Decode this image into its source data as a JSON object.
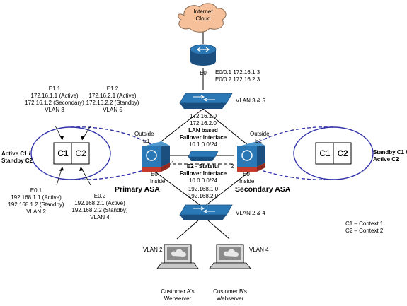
{
  "cloud": {
    "line1": "Internet",
    "line2": "Cloud"
  },
  "router": {
    "interface": "E0",
    "sub1": "E0/0.1 172.16.1.3",
    "sub2": "E0/0.2 172.16.2.3"
  },
  "top_switch": {
    "label": "VLAN 3 & 5"
  },
  "bottom_switch": {
    "label": "VLAN 2 & 4"
  },
  "lan_failover": {
    "ip1": "172.16.1.0",
    "ip2": "172.16.2.0",
    "title1": "LAN based",
    "title2": "Failover interface",
    "subnet": "10.1.0.0/24"
  },
  "stateful": {
    "title1": "E2 - Stateful",
    "title2": "Failover Interface",
    "subnet": "10.0.0.0/24"
  },
  "inside_nets": {
    "ip1": "192.168.1.0",
    "ip2": "192.168.2.0"
  },
  "primary": {
    "name": "Primary ASA",
    "outside": "Outside",
    "e1": "E1",
    "e0": "E0",
    "inside": "Inside",
    "port": "1"
  },
  "secondary": {
    "name": "Secondary ASA",
    "outside": "Outside",
    "e1": "E1",
    "e0": "E0",
    "inside": "Inside",
    "port": "2"
  },
  "e11": {
    "title": "E1.1",
    "l1": "172.16.1.1 (Active)",
    "l2": "172.16.1.2 (Secondary)",
    "l3": "VLAN 3"
  },
  "e12": {
    "title": "E1.2",
    "l1": "172.16.2.1 (Active)",
    "l2": "172.16.2.2 (Standby)",
    "l3": "VLAN 5"
  },
  "e01": {
    "title": "E0.1",
    "l1": "192.168.1.1 (Active)",
    "l2": "192.168.1.2 (Standby)",
    "l3": "VLAN 2"
  },
  "e02": {
    "title": "E0.2",
    "l1": "192.168.2.1 (Active)",
    "l2": "192.168.2.2 (Standby)",
    "l3": "VLAN 4"
  },
  "left_role": {
    "l1": "Active C1 /",
    "l2": "Standby C2"
  },
  "right_role": {
    "l1": "Standby C1 /",
    "l2": "Active C2"
  },
  "left_contexts": {
    "a": "C1",
    "b": "C2"
  },
  "right_contexts": {
    "a": "C1",
    "b": "C2"
  },
  "legend": {
    "l1": "C1 – Context 1",
    "l2": "C2 – Context 2"
  },
  "servers": [
    {
      "vlan": "VLAN 2",
      "name1": "Customer A's",
      "name2": "Webserver"
    },
    {
      "vlan": "VLAN 4",
      "name1": "Customer B's",
      "name2": "Webserver"
    }
  ],
  "colors": {
    "device_blue": "#2a78b6",
    "device_dark": "#1b4f80",
    "firewall_red": "#c43a2c",
    "context_ring": "#3333aa",
    "cloud_fill": "#f6c19a"
  }
}
